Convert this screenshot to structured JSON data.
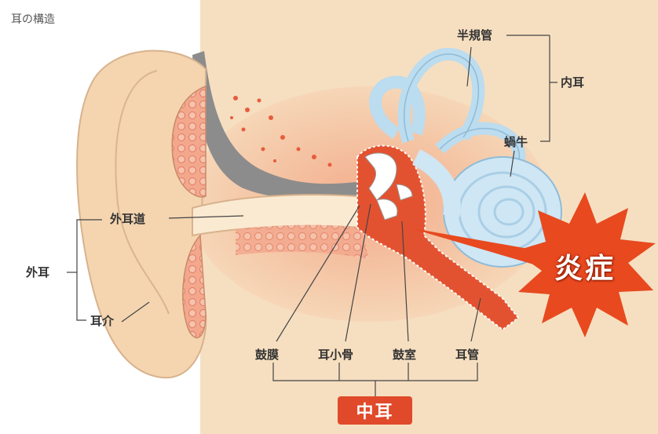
{
  "title": "耳の構造",
  "labels": {
    "semicircular_canals": "半規管",
    "inner_ear": "内耳",
    "cochlea": "蝸牛",
    "ear_canal": "外耳道",
    "outer_ear": "外耳",
    "auricle": "耳介",
    "eardrum": "鼓膜",
    "ossicles": "耳小骨",
    "tympanic_cavity": "鼓室",
    "eustachian_tube": "耳管",
    "middle_ear": "中耳",
    "inflammation": "炎症"
  },
  "colors": {
    "skin": "#f6dfc0",
    "tissue": "#ea5a3a",
    "tissue_light": "#f4a98a",
    "inner_ear": "#cfe6f4",
    "burst": "#e8491f",
    "middle_ear_box": "#e04a2a"
  }
}
